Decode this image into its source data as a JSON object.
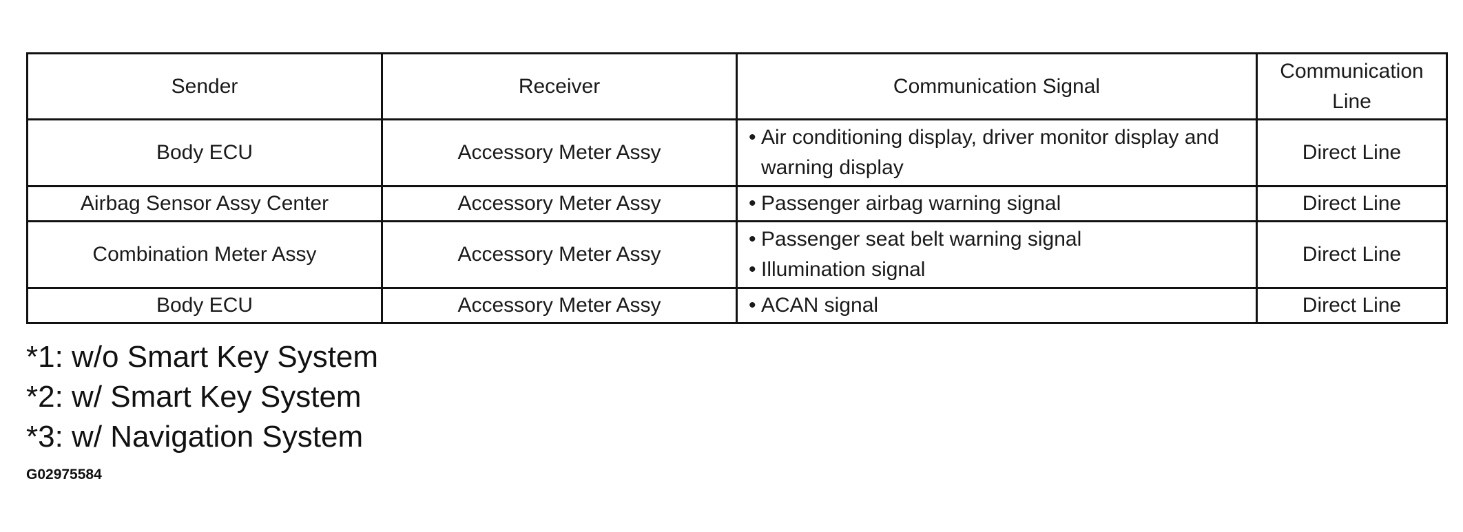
{
  "table": {
    "headers": [
      "Sender",
      "Receiver",
      "Communication Signal",
      "Communication Line"
    ],
    "rows": [
      {
        "sender": "Body ECU",
        "receiver": "Accessory Meter Assy",
        "signals": [
          "Air conditioning display, driver monitor display and warning display"
        ],
        "line": "Direct Line"
      },
      {
        "sender": "Airbag Sensor Assy Center",
        "receiver": "Accessory Meter Assy",
        "signals": [
          "Passenger airbag warning signal"
        ],
        "line": "Direct Line"
      },
      {
        "sender": "Combination Meter Assy",
        "receiver": "Accessory Meter Assy",
        "signals": [
          "Passenger seat belt warning signal",
          "Illumination signal"
        ],
        "line": "Direct Line"
      },
      {
        "sender": "Body ECU",
        "receiver": "Accessory Meter Assy",
        "signals": [
          "ACAN signal"
        ],
        "line": "Direct Line"
      }
    ]
  },
  "footnotes": [
    "*1: w/o Smart Key System",
    "*2: w/ Smart Key System",
    "*3: w/ Navigation System"
  ],
  "figure_id": "G02975584",
  "bullet_char": "•"
}
